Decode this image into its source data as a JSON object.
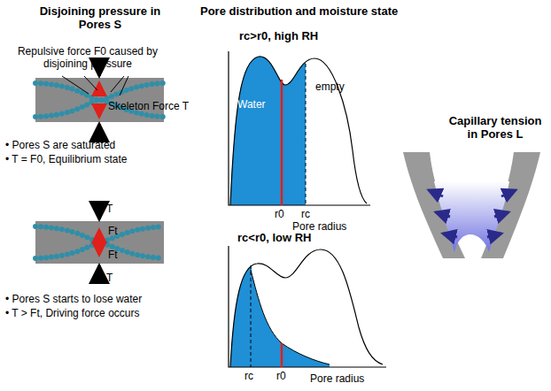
{
  "diagram": {
    "title": "Pore distribution and moisture state",
    "labels": [
      "Disjoining pressure in Pores S",
      "Repulsive force F0 caused by disjoining pressure",
      "Skeleton Force T",
      "• Pores S are saturated",
      "• T = F0, Equilibrium state",
      "T",
      "Ft",
      "Ft",
      "T",
      "• Pores S starts to lose water",
      "• T > Ft, Driving force occurs",
      "rc>r0, high RH",
      "Water",
      "empty",
      "r0",
      "rc",
      "Pore radius",
      "rc<r0, low RH",
      "rc",
      "r0",
      "Pore radius",
      "Capillary tension in Pores L"
    ]
  }
}
